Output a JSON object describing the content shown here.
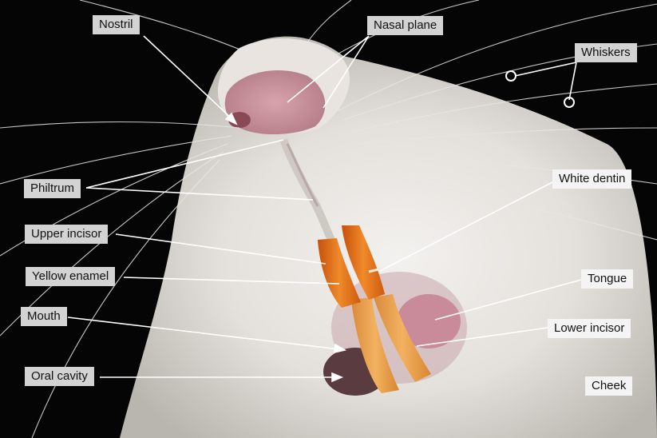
{
  "figure": {
    "labels": {
      "nostril": "Nostril",
      "nasal_plane": "Nasal plane",
      "whiskers": "Whiskers",
      "philtrum": "Philtrum",
      "white_dentin": "White dentin",
      "upper_incisor": "Upper incisor",
      "yellow_enamel": "Yellow enamel",
      "tongue": "Tongue",
      "mouth": "Mouth",
      "lower_incisor": "Lower incisor",
      "oral_cavity": "Oral cavity",
      "cheek": "Cheek"
    }
  }
}
